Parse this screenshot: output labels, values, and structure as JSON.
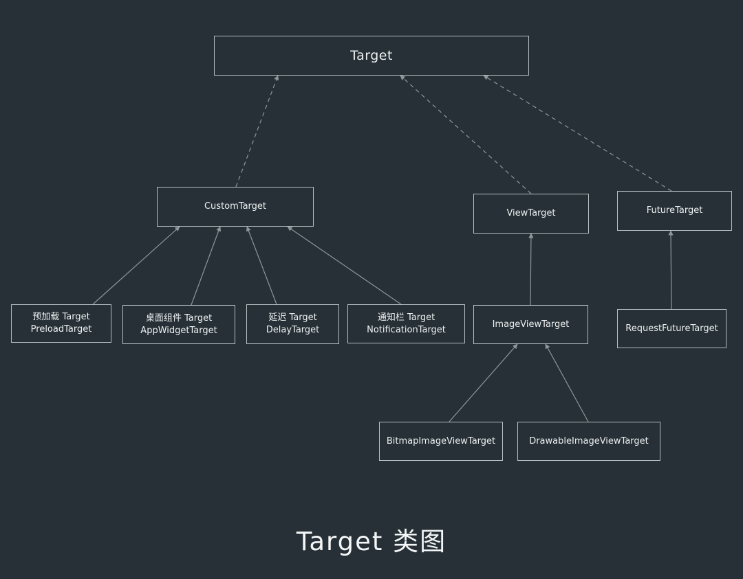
{
  "nodes": {
    "target": {
      "lines": [
        "Target"
      ]
    },
    "custom_target": {
      "lines": [
        "CustomTarget"
      ]
    },
    "view_target": {
      "lines": [
        "ViewTarget"
      ]
    },
    "future_target": {
      "lines": [
        "FutureTarget"
      ]
    },
    "preload_target": {
      "lines": [
        "预加载 Target",
        "PreloadTarget"
      ]
    },
    "app_widget_target": {
      "lines": [
        "桌面组件 Target",
        "AppWidgetTarget"
      ]
    },
    "delay_target": {
      "lines": [
        "延迟 Target",
        "DelayTarget"
      ]
    },
    "notification_target": {
      "lines": [
        "通知栏 Target",
        "NotificationTarget"
      ]
    },
    "image_view_target": {
      "lines": [
        "ImageViewTarget"
      ]
    },
    "request_future_target": {
      "lines": [
        "RequestFutureTarget"
      ]
    },
    "bitmap_image_view_target": {
      "lines": [
        "BitmapImageViewTarget"
      ]
    },
    "drawable_image_view_target": {
      "lines": [
        "DrawableImageViewTarget"
      ]
    }
  },
  "edges": [
    {
      "from": "custom_target",
      "to": "target",
      "style": "dashed"
    },
    {
      "from": "view_target",
      "to": "target",
      "style": "dashed"
    },
    {
      "from": "future_target",
      "to": "target",
      "style": "dashed"
    },
    {
      "from": "preload_target",
      "to": "custom_target",
      "style": "solid"
    },
    {
      "from": "app_widget_target",
      "to": "custom_target",
      "style": "solid"
    },
    {
      "from": "delay_target",
      "to": "custom_target",
      "style": "solid"
    },
    {
      "from": "notification_target",
      "to": "custom_target",
      "style": "solid"
    },
    {
      "from": "image_view_target",
      "to": "view_target",
      "style": "solid"
    },
    {
      "from": "request_future_target",
      "to": "future_target",
      "style": "solid"
    },
    {
      "from": "bitmap_image_view_target",
      "to": "image_view_target",
      "style": "solid"
    },
    {
      "from": "drawable_image_view_target",
      "to": "image_view_target",
      "style": "solid"
    }
  ],
  "caption": "Target 类图",
  "colors": {
    "background": "#263036",
    "border": "#b9c0c4",
    "connector": "#8f979b",
    "text": "#eef1f2"
  }
}
